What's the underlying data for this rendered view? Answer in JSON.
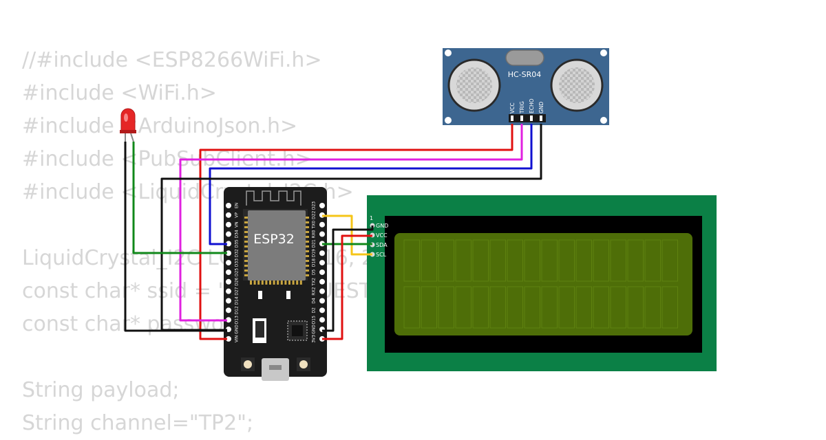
{
  "code_lines": [
    "//#include <ESP8266WiFi.h>",
    "#include <WiFi.h>",
    "#include <ArduinoJson.h>",
    "#include <PubSubClient.h>",
    "#include <LiquidCrystal_I2C.h>",
    "",
    "LiquidCrystal_I2C LCD(0x27, 16, 2);",
    "const char* ssid = \"Wokwi-GUEST\";",
    "const char* password = \"\";",
    "",
    "String payload;",
    "String channel=\"TP2\";"
  ],
  "sensor": {
    "label": "HC-SR04",
    "pins": [
      "VCC",
      "TRIG",
      "ECHO",
      "GND"
    ]
  },
  "esp32": {
    "label": "ESP32",
    "left_pins": [
      "EN",
      "VP",
      "VN",
      "D34",
      "D35",
      "D32",
      "D33",
      "D25",
      "D26",
      "D27",
      "D14",
      "D12",
      "D13",
      "GND",
      "VIN"
    ],
    "right_pins": [
      "D23",
      "D22",
      "TX0",
      "RX0",
      "D21",
      "D19",
      "D18",
      "D5",
      "TX2",
      "RX2",
      "D4",
      "D2",
      "D15",
      "GND",
      "3V3"
    ]
  },
  "lcd": {
    "pin_index": "1",
    "pins": [
      "GND",
      "VCC",
      "SDA",
      "SCL"
    ]
  },
  "colors": {
    "red_wire": "#e01010",
    "pink_wire": "#e020e0",
    "blue_wire": "#1010d0",
    "black_wire": "#101010",
    "green_wire": "#10881a",
    "yellow_wire": "#f5c518",
    "pcb_green": "#0b8046",
    "lcd_screen": "#4e6e08",
    "sensor_blue": "#3d6690",
    "board_black": "#1c1c1c",
    "led_red": "#e52626"
  }
}
